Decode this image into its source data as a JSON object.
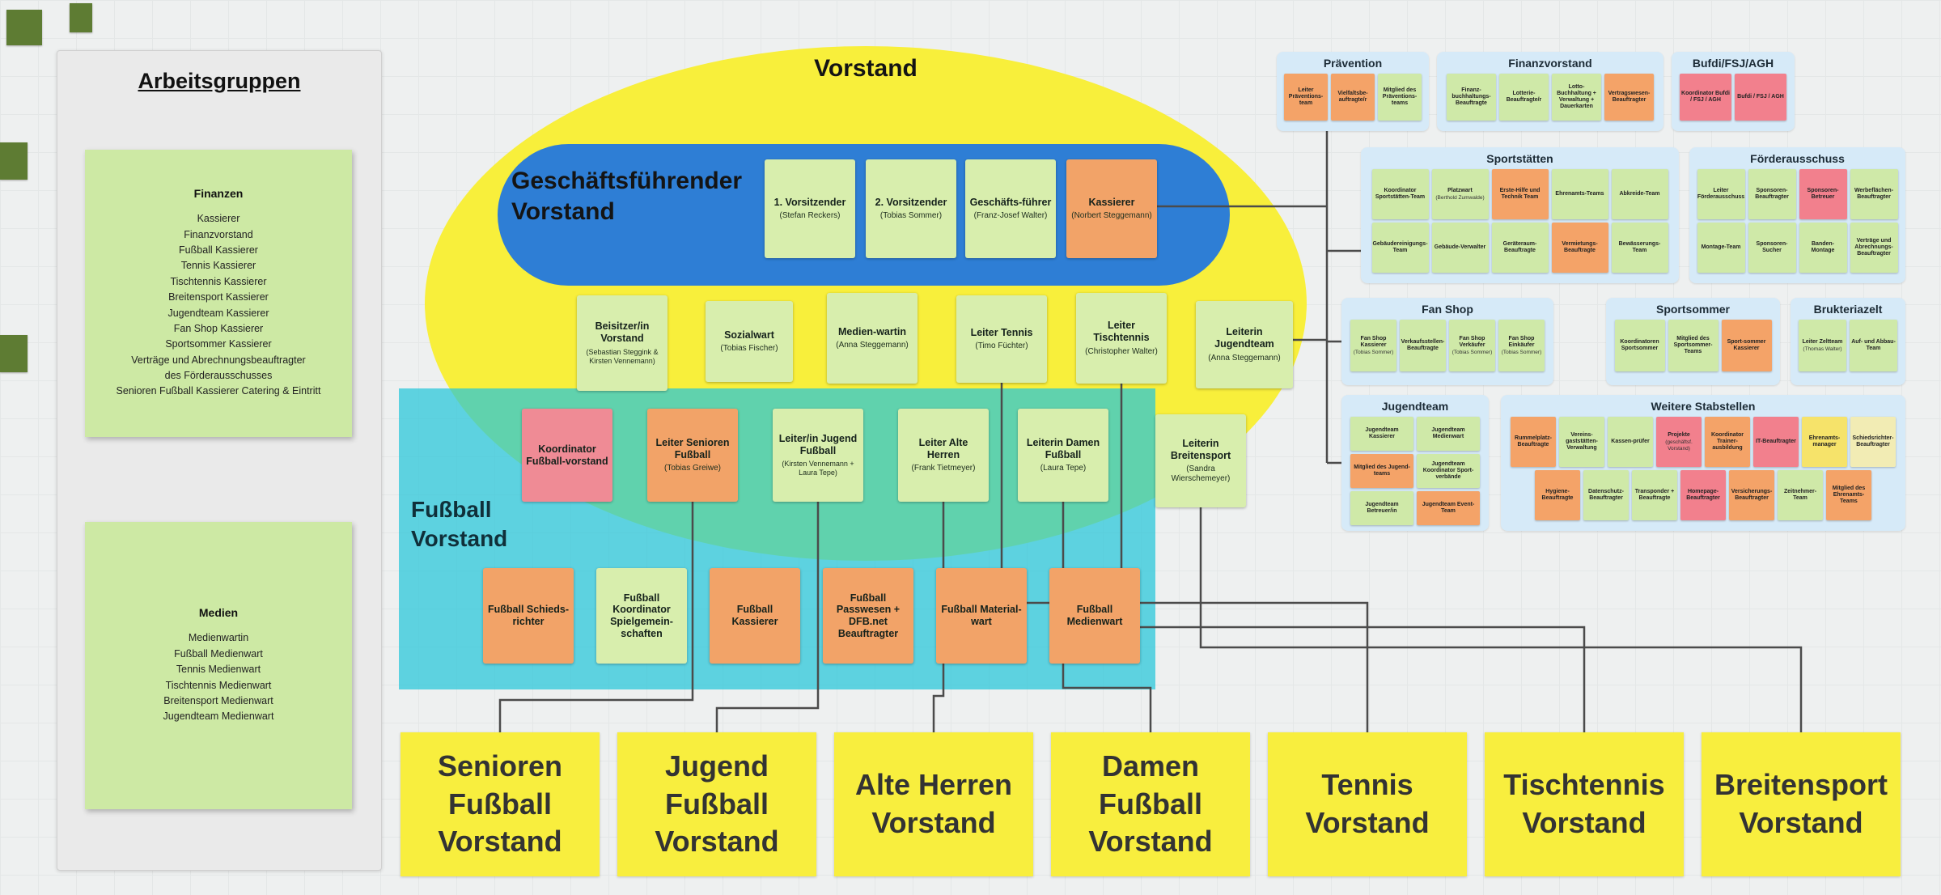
{
  "colors": {
    "ellipse_yellow": "#f8ef3b",
    "board_blue": "#2e7ed5",
    "fussball_teal": "rgba(38,198,218,0.72)",
    "green_note": "#d8eead",
    "orange_note": "#f2a368",
    "pink_note": "#ef8b95",
    "panel_blue": "#d6eaf8",
    "bottom_box_yellow": "#f8ee3e"
  },
  "arbeitsgruppen": {
    "title": "Arbeitsgruppen",
    "notes": [
      {
        "title": "Finanzen",
        "lines": [
          "Kassierer",
          "Finanzvorstand",
          "Fußball Kassierer",
          "Tennis Kassierer",
          "Tischtennis Kassierer",
          "Breitensport Kassierer",
          "Jugendteam Kassierer",
          "Fan Shop Kassierer",
          "Sportsommer Kassierer",
          "Verträge und Abrechnungsbeauftragter",
          "des Förderausschusses",
          "Senioren Fußball Kassierer Catering & Eintritt"
        ]
      },
      {
        "title": "Medien",
        "lines": [
          "Medienwartin",
          "Fußball Medienwart",
          "Tennis Medienwart",
          "Tischtennis Medienwart",
          "Breitensport Medienwart",
          "Jugendteam Medienwart"
        ]
      }
    ]
  },
  "vorstand": {
    "title": "Vorstand",
    "gf_title": "Geschäftsführender Vorstand",
    "gf_cards": [
      {
        "title": "1. Vorsitzender",
        "sub": "(Stefan Reckers)"
      },
      {
        "title": "2. Vorsitzender",
        "sub": "(Tobias Sommer)"
      },
      {
        "title": "Geschäfts-führer",
        "sub": "(Franz-Josef Walter)"
      },
      {
        "title": "Kassierer",
        "sub": "(Norbert Steggemann)"
      }
    ],
    "members": [
      {
        "title": "Beisitzer/in Vorstand",
        "sub": "(Sebastian Steggink & Kirsten Vennemann)"
      },
      {
        "title": "Sozialwart",
        "sub": "(Tobias Fischer)"
      },
      {
        "title": "Medien-wartin",
        "sub": "(Anna Steggemann)"
      },
      {
        "title": "Leiter Tennis",
        "sub": "(Timo Füchter)"
      },
      {
        "title": "Leiter Tischtennis",
        "sub": "(Christopher Walter)"
      },
      {
        "title": "Leiterin Jugendteam",
        "sub": "(Anna Steggemann)"
      }
    ]
  },
  "fussball": {
    "title": "Fußball Vorstand",
    "leaders": [
      {
        "title": "Koordinator Fußball-vorstand"
      },
      {
        "title": "Leiter Senioren Fußball",
        "sub": "(Tobias Greiwe)"
      },
      {
        "title": "Leiter/in Jugend Fußball",
        "sub": "(Kirsten Vennemann + Laura Tepe)"
      },
      {
        "title": "Leiter Alte Herren",
        "sub": "(Frank Tietmeyer)"
      },
      {
        "title": "Leiterin Damen Fußball",
        "sub": "(Laura Tepe)"
      },
      {
        "title": "Leiterin Breitensport",
        "sub": "(Sandra Wierschemeyer)"
      }
    ],
    "staff": [
      {
        "title": "Fußball Schieds-richter"
      },
      {
        "title": "Fußball Koordinator Spielgemein-schaften"
      },
      {
        "title": "Fußball Kassierer"
      },
      {
        "title": "Fußball Passwesen + DFB.net Beauftragter"
      },
      {
        "title": "Fußball Material-wart"
      },
      {
        "title": "Fußball Medienwart"
      }
    ]
  },
  "bottom_boxes": [
    {
      "label": "Senioren Fußball Vorstand"
    },
    {
      "label": "Jugend Fußball Vorstand"
    },
    {
      "label": "Alte Herren Vorstand"
    },
    {
      "label": "Damen Fußball Vorstand"
    },
    {
      "label": "Tennis Vorstand"
    },
    {
      "label": "Tischtennis Vorstand"
    },
    {
      "label": "Breitensport Vorstand"
    }
  ],
  "panels": [
    {
      "title": "Prävention",
      "notes": [
        {
          "label": "Leiter Präventions-team",
          "color": "orange"
        },
        {
          "label": "Vielfaltsbe-auftragte/r",
          "color": "orange"
        },
        {
          "label": "Mitglied des Präventions-teams",
          "color": "green"
        }
      ]
    },
    {
      "title": "Finanzvorstand",
      "notes": [
        {
          "label": "Finanz-buchhaltungs-Beauftragte",
          "color": "green"
        },
        {
          "label": "Lotterie-Beauftragte/r",
          "color": "green"
        },
        {
          "label": "Lotto-Buchhaltung + Verwaltung + Dauerkarten",
          "color": "green"
        },
        {
          "label": "Vertragswesen-Beauftragter",
          "color": "orange"
        }
      ]
    },
    {
      "title": "Bufdi/FSJ/AGH",
      "notes": [
        {
          "label": "Koordinator Bufdi / FSJ / AGH",
          "color": "pink"
        },
        {
          "label": "Bufdi / FSJ / AGH",
          "color": "pink"
        }
      ]
    },
    {
      "title": "Sportstätten",
      "notes": [
        {
          "label": "Koordinator Sportstätten-Team",
          "color": "green"
        },
        {
          "label": "Platzwart",
          "sub": "(Berthold Zumwalde)",
          "color": "green"
        },
        {
          "label": "Erste-Hilfe und Technik Team",
          "color": "orange"
        },
        {
          "label": "Ehrenamts-Teams",
          "color": "green"
        },
        {
          "label": "Abkreide-Team",
          "color": "green"
        },
        {
          "label": "Gebäudereinigungs-Team",
          "color": "green"
        },
        {
          "label": "Gebäude-Verwalter",
          "color": "green"
        },
        {
          "label": "Geräteraum-Beauftragte",
          "color": "green"
        },
        {
          "label": "Vermietungs-Beauftragte",
          "color": "orange"
        },
        {
          "label": "Bewässerungs-Team",
          "color": "green"
        }
      ]
    },
    {
      "title": "Förderausschuss",
      "notes": [
        {
          "label": "Leiter Förderausschuss",
          "color": "green"
        },
        {
          "label": "Sponsoren-Beauftragter",
          "color": "green"
        },
        {
          "label": "Sponsoren-Betreuer",
          "color": "pink"
        },
        {
          "label": "Werbeflächen-Beauftragter",
          "color": "green"
        },
        {
          "label": "Montage-Team",
          "color": "green"
        },
        {
          "label": "Sponsoren-Sucher",
          "color": "green"
        },
        {
          "label": "Banden-Montage",
          "color": "green"
        },
        {
          "label": "Verträge und Abrechnungs-Beauftragter",
          "color": "green"
        }
      ]
    },
    {
      "title": "Fan Shop",
      "notes": [
        {
          "label": "Fan Shop Kassierer",
          "sub": "(Tobias Sommer)",
          "color": "green"
        },
        {
          "label": "Verkaufsstellen-Beauftragte",
          "color": "green"
        },
        {
          "label": "Fan Shop Verkäufer",
          "sub": "(Tobias Sommer)",
          "color": "green"
        },
        {
          "label": "Fan Shop Einkäufer",
          "sub": "(Tobias Sommer)",
          "color": "green"
        }
      ]
    },
    {
      "title": "Sportsommer",
      "notes": [
        {
          "label": "Koordinatoren Sportsommer",
          "color": "green"
        },
        {
          "label": "Mitglied des Sportsommer-Teams",
          "color": "green"
        },
        {
          "label": "Sport-sommer Kassierer",
          "color": "orange"
        }
      ]
    },
    {
      "title": "Brukteriazelt",
      "notes": [
        {
          "label": "Leiter Zeltteam",
          "sub": "(Thomas Walter)",
          "color": "green"
        },
        {
          "label": "Auf- und Abbau-Team",
          "color": "green"
        }
      ]
    },
    {
      "title": "Jugendteam",
      "notes": [
        {
          "label": "Jugendteam Kassierer",
          "color": "green"
        },
        {
          "label": "Jugendteam Medienwart",
          "color": "green"
        },
        {
          "label": "Mitglied des Jugend-teams",
          "color": "orange"
        },
        {
          "label": "Jugendteam Koordinator Sport-verbände",
          "color": "green"
        },
        {
          "label": "Jugendteam Betreuer/in",
          "color": "green"
        },
        {
          "label": "Jugendteam Event-Team",
          "color": "orange"
        }
      ]
    },
    {
      "title": "Weitere Stabstellen",
      "notes": [
        {
          "label": "Rummelplatz-Beauftragte",
          "color": "orange"
        },
        {
          "label": "Vereins-gaststätten-Verwaltung",
          "color": "green"
        },
        {
          "label": "Kassen-prüfer",
          "color": "green"
        },
        {
          "label": "Projekte",
          "sub": "(geschäftsf. Vorstand)",
          "color": "pink"
        },
        {
          "label": "Koordinator Trainer-ausbildung",
          "color": "orange"
        },
        {
          "label": "IT-Beauftragter",
          "color": "pink"
        },
        {
          "label": "Ehrenamts-manager",
          "color": "yellow"
        },
        {
          "label": "Schiedsrichter-Beauftragter",
          "color": "lightyellow"
        },
        {
          "label": "Hygiene-Beauftragte",
          "color": "orange"
        },
        {
          "label": "Datenschutz-Beauftragter",
          "color": "green"
        },
        {
          "label": "Transponder + Beauftragte",
          "color": "green"
        },
        {
          "label": "Homepage-Beauftragter",
          "color": "pink"
        },
        {
          "label": "Versicherungs-Beauftragter",
          "color": "orange"
        },
        {
          "label": "Zeitnehmer-Team",
          "color": "green"
        },
        {
          "label": "Mitglied des Ehrenamts-Teams",
          "color": "orange"
        }
      ]
    }
  ]
}
